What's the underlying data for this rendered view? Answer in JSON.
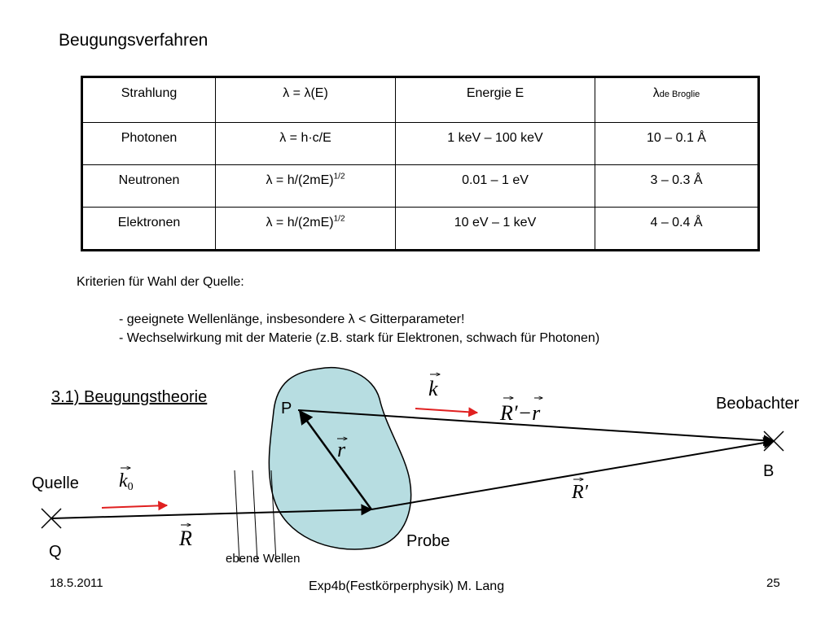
{
  "slide": {
    "title": "Beugungsverfahren"
  },
  "table": {
    "headers": {
      "col1": "Strahlung",
      "col2": "λ = λ(E)",
      "col3": "Energie E",
      "col4_main": "λ",
      "col4_sub": "de Broglie"
    },
    "rows": [
      {
        "radiation": "Photonen",
        "formula": "λ = h·c/E",
        "formula_exp": "",
        "energy": "1 keV – 100 keV",
        "wavelength": "10 – 0.1 Å"
      },
      {
        "radiation": "Neutronen",
        "formula": "λ = h/(2mE)",
        "formula_exp": "1/2",
        "energy": "0.01 – 1 eV",
        "wavelength": "3 – 0.3 Å"
      },
      {
        "radiation": "Elektronen",
        "formula": "λ = h/(2mE)",
        "formula_exp": "1/2",
        "energy": "10 eV – 1 keV",
        "wavelength": "4 – 0.4 Å"
      }
    ]
  },
  "criteria": {
    "heading": "Kriterien für Wahl der Quelle:",
    "items": [
      "- geeignete Wellenlänge, insbesondere λ < Gitterparameter!",
      "- Wechselwirkung mit der Materie (z.B. stark für Elektronen, schwach für Photonen)"
    ]
  },
  "section": {
    "heading": "3.1) Beugungstheorie"
  },
  "diagram": {
    "labels": {
      "source": "Quelle",
      "source_point": "Q",
      "observer": "Beobachter",
      "observer_point": "B",
      "sample": "Probe",
      "scatter_point": "P",
      "plane_waves": "ebene Wellen"
    },
    "vectors": {
      "k": "k",
      "k0": "k",
      "k0_sub": "0",
      "R": "R",
      "r": "r",
      "R_prime": "R′",
      "R_prime_minus_r": "R′−r"
    },
    "colors": {
      "sample_fill": "#b7dde1",
      "arrow_red": "#e02020"
    }
  },
  "footer": {
    "date": "18.5.2011",
    "course": "Exp4b(Festkörperphysik) M. Lang",
    "page": "25"
  }
}
